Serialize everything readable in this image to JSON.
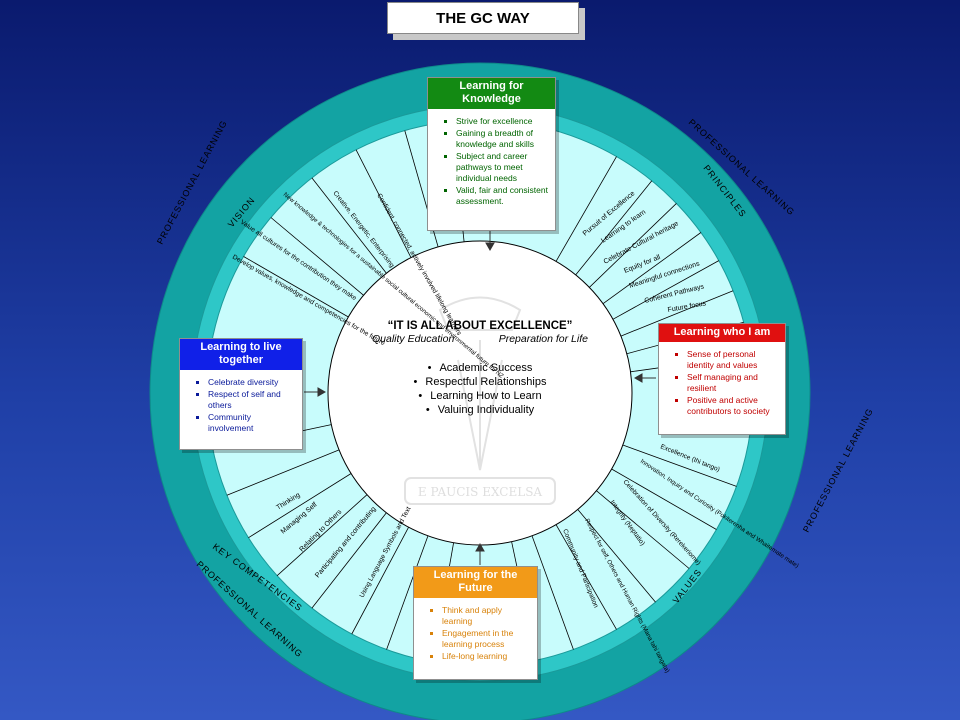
{
  "title": "THE GC WAY",
  "ring_labels": {
    "vision": "VISION",
    "principles": "PRINCIPLES",
    "key_competencies": "KEY COMPETENCIES",
    "values": "VALUES",
    "professional_learning": "PROFESSIONAL LEARNING"
  },
  "center": {
    "motto": "“IT IS ALL ABOUT EXCELLENCE”",
    "left_sub": "Quality Education",
    "right_sub": "Preparation for Life",
    "crest_text": "E PAUCIS EXCELSA",
    "bullets": [
      "Academic Success",
      "Respectful Relationships",
      "Learning How to Learn",
      "Valuing Individuality"
    ]
  },
  "panels": {
    "knowledge": {
      "heading": "Learning for Knowledge",
      "color": "#138a13",
      "items": [
        "Strive for excellence",
        "Gaining a breadth of knowledge and skills",
        "Subject and career pathways to meet individual needs",
        "Valid, fair and consistent assessment."
      ]
    },
    "together": {
      "heading": "Learning to live together",
      "color": "#1020e8",
      "items": [
        "Celebrate diversity",
        "Respect of self and others",
        "Community involvement"
      ]
    },
    "who_i_am": {
      "heading": "Learning who I am",
      "color": "#e01010",
      "items": [
        "Sense of personal identity and values",
        "Self managing and resilient",
        "Positive and active contributors to society"
      ]
    },
    "future": {
      "heading": "Learning for the Future",
      "color": "#f29a18",
      "items": [
        "Think and apply learning",
        "Engagement in the learning process",
        "Life-long learning"
      ]
    }
  },
  "segments": {
    "vision": [
      "Confident, connected, actively involved lifelong learners",
      "Creative, Energetic, Enterprising",
      "New knowledge & technologies for a sustainable social cultural economic and environmental future for NZ",
      "Value all cultures for the contribution they make",
      "Develop values, knowledge and competencies for the future"
    ],
    "principles": [
      "Pursuit of Excellence",
      "Learning to learn",
      "Celebrate Cultural heritage",
      "Equity for all",
      "Meaningful connections",
      "Coherent Pathways",
      "Future focus"
    ],
    "values": [
      "Excellence (Ihi tango)",
      "Innovation, Inquiry and Curiosity (Pokiterenha and Whaitemate mate)",
      "Celebration of Diversity (Rerekeriome)",
      "Integrity (Neptatio)",
      "Respect for self, Others and Human Rights (Mana tahi tangata)",
      "Community and Participation"
    ],
    "key_competencies": [
      "Thinking",
      "Managing Self",
      "Relating to Others",
      "Participating and contributing",
      "Using Language Symbols and Text"
    ]
  },
  "colors": {
    "background_top": "#0a1a6e",
    "outer_ring": "#13a3a3",
    "middle_ring": "#2ec7c7",
    "inner_field": "#c8fcfc",
    "center_circle": "#ffffff"
  }
}
